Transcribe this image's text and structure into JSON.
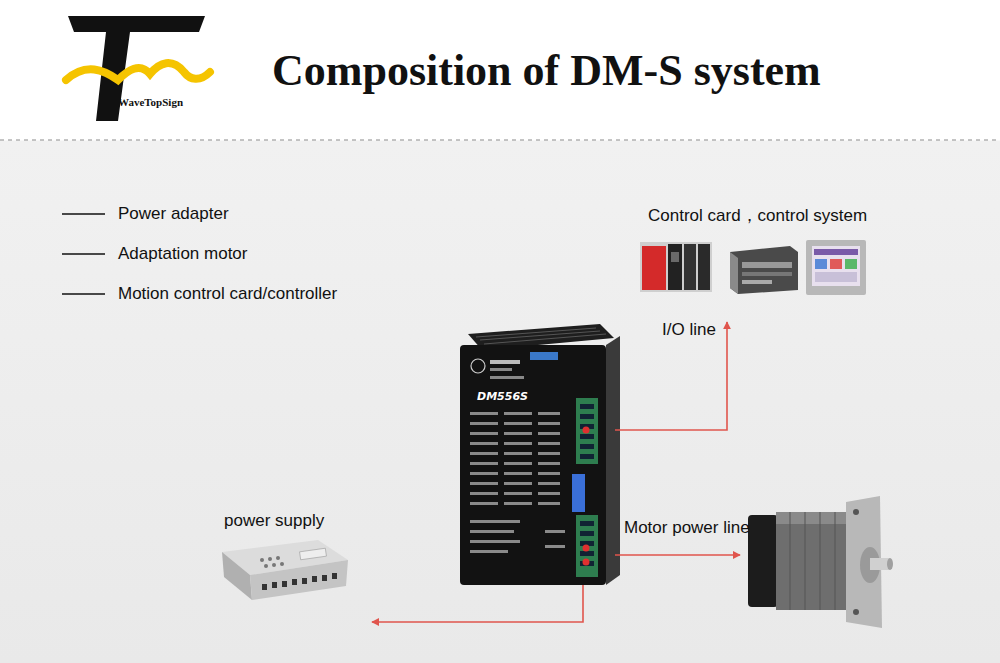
{
  "diagram": {
    "title": "Composition of DM-S system",
    "nodes": [
      {
        "text": [
          "Control card，control system"
        ]
      },
      {
        "text": [
          "DM556S"
        ]
      },
      {
        "text": [
          "power supply"
        ]
      },
      {
        "text": []
      }
    ],
    "edges": [
      {
        "from": 1,
        "to": 0,
        "arrow": "to",
        "label": "I/O line"
      },
      {
        "from": 1,
        "to": 3,
        "arrow": "to",
        "label": "Motor power line"
      },
      {
        "from": 1,
        "to": 2,
        "arrow": "to"
      }
    ],
    "labels": [
      "WaveTopSign",
      "Power adapter",
      "Adaptation motor",
      "Motion control card/controller"
    ]
  }
}
